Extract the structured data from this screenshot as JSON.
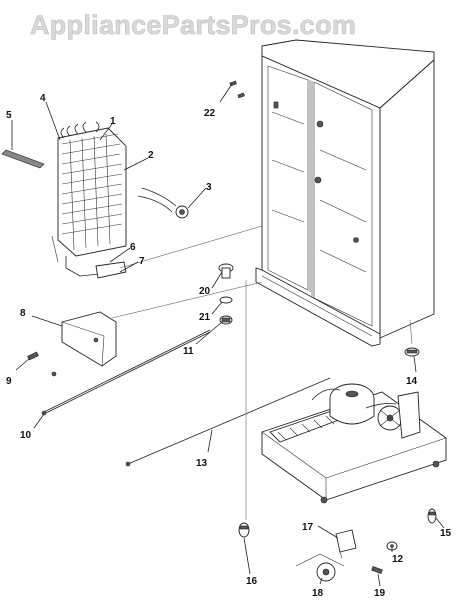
{
  "watermark": "AppliancePartsPros.com",
  "callouts": [
    "1",
    "2",
    "3",
    "4",
    "5",
    "6",
    "7",
    "8",
    "9",
    "10",
    "11",
    "12",
    "13",
    "14",
    "15",
    "16",
    "17",
    "18",
    "19",
    "20",
    "21",
    "22"
  ]
}
